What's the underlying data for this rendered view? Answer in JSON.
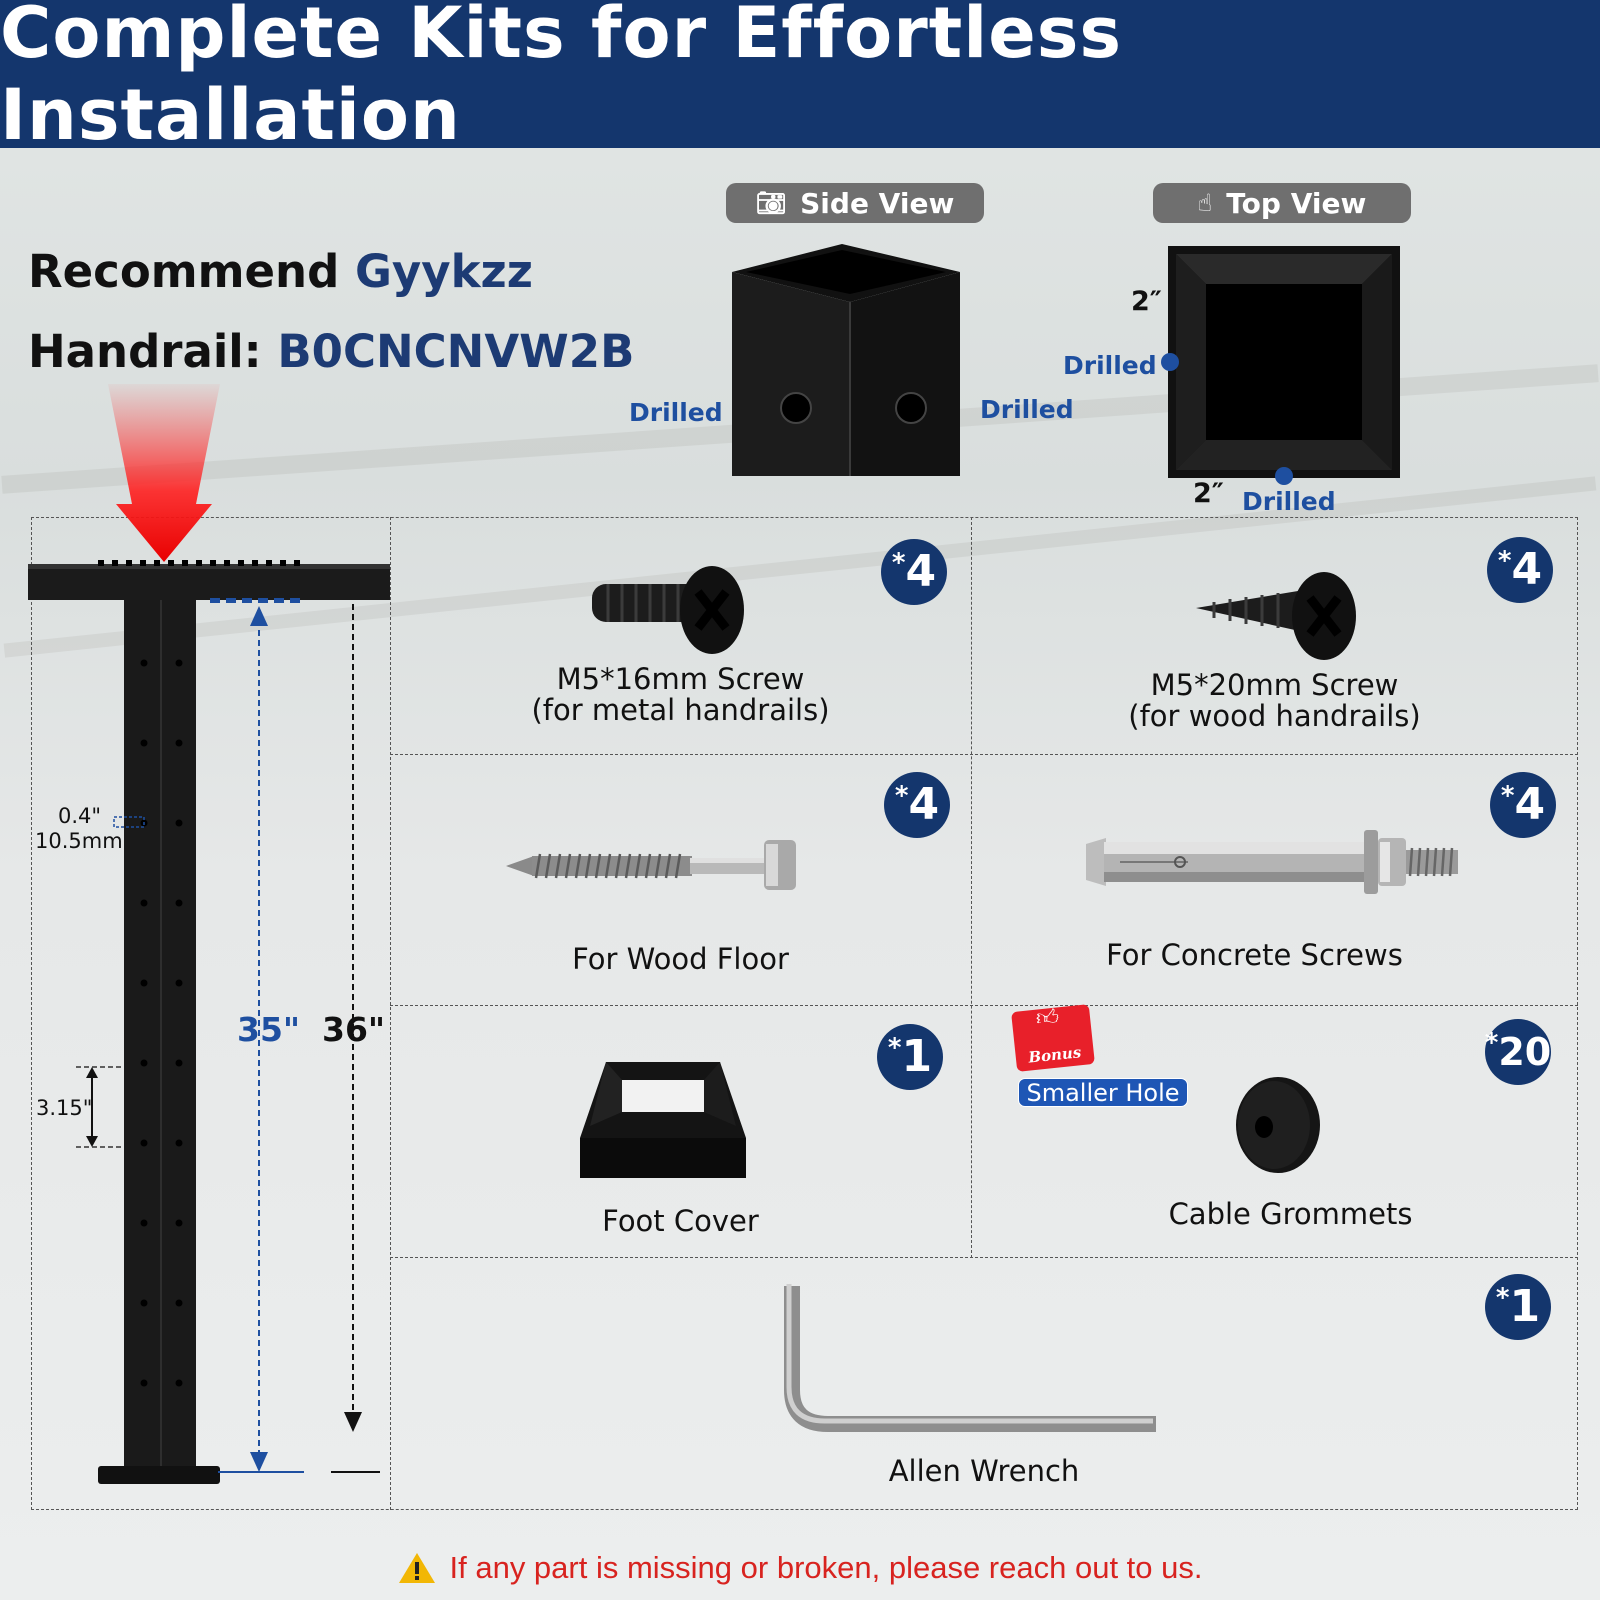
{
  "header": {
    "title": "Complete Kits for Effortless Installation"
  },
  "recommend": {
    "line1_prefix": "Recommend",
    "line1_brand": "Gyykzz",
    "line2_prefix": "Handrail:",
    "line2_code": "B0CNCNVW2B"
  },
  "side_view": {
    "label": "Side View",
    "icon": "camera-icon",
    "drilled_left": "Drilled",
    "drilled_right": "Drilled"
  },
  "top_view": {
    "label": "Top View",
    "icon": "hand-pointer-icon",
    "dim_vertical": "2″",
    "dim_horizontal": "2″",
    "drilled_side": "Drilled",
    "drilled_bottom": "Drilled"
  },
  "post": {
    "hole_size_in": "0.4\"",
    "hole_size_mm": "10.5mm",
    "hole_spacing": "3.15\"",
    "height_inner": "35\"",
    "height_outer": "36\""
  },
  "parts": [
    {
      "id": "m5-16-screw",
      "line1": "M5*16mm Screw",
      "line2": "(for metal handrails)",
      "qty_star": "*",
      "qty": "4"
    },
    {
      "id": "m5-20-screw",
      "line1": "M5*20mm Screw",
      "line2": "(for wood handrails)",
      "qty_star": "*",
      "qty": "4"
    },
    {
      "id": "wood-floor-screw",
      "line1": "For Wood Floor",
      "qty_star": "*",
      "qty": "4"
    },
    {
      "id": "concrete-screw",
      "line1": "For Concrete Screws",
      "qty_star": "*",
      "qty": "4"
    },
    {
      "id": "foot-cover",
      "line1": "Foot Cover",
      "qty_star": "*",
      "qty": "1"
    },
    {
      "id": "cable-grommets",
      "line1": "Cable Grommets",
      "qty_star": "*",
      "qty": "20",
      "bonus_sticker": "Bonus",
      "badge": "Smaller Hole"
    },
    {
      "id": "allen-wrench",
      "line1": "Allen Wrench",
      "qty_star": "*",
      "qty": "1"
    }
  ],
  "footer": {
    "note": "If any part is missing or broken, please reach out to us.",
    "icon": "warning-icon"
  },
  "colors": {
    "header_bg": "#14366d",
    "accent_blue": "#1e4fa0",
    "warning_red": "#d8231f",
    "pill_gray": "#6f6f6f"
  }
}
